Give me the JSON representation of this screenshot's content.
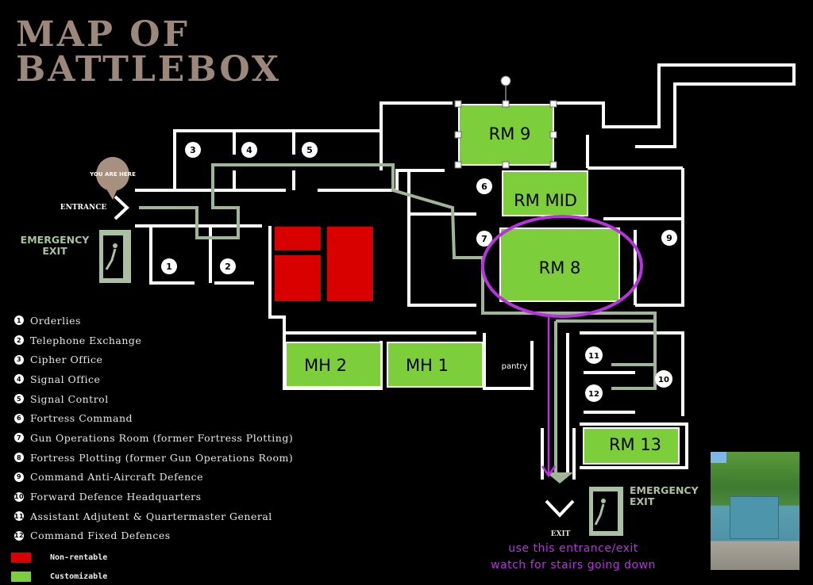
{
  "title": {
    "line1": "MAP OF",
    "line2": "BATTLEBOX"
  },
  "rooms": {
    "rm9": "RM 9",
    "rm_mid": "RM MID",
    "rm8": "RM 8",
    "mh2": "MH 2",
    "mh1": "MH 1",
    "rm13": "RM 13",
    "pantry": "pantry"
  },
  "markers": {
    "you_are_here": "YOU ARE HERE",
    "entrance": "ENTRANCE",
    "exit": "EXIT",
    "emergency_exit_line1": "EMERGENCY",
    "emergency_exit_line2": "EXIT"
  },
  "room_numbers": [
    "1",
    "2",
    "3",
    "4",
    "5",
    "6",
    "7",
    "9",
    "10",
    "11",
    "12"
  ],
  "legend": [
    {
      "num": "1",
      "label": "Orderlies"
    },
    {
      "num": "2",
      "label": "Telephone Exchange"
    },
    {
      "num": "3",
      "label": "Cipher Office"
    },
    {
      "num": "4",
      "label": "Signal Office"
    },
    {
      "num": "5",
      "label": "Signal Control"
    },
    {
      "num": "6",
      "label": "Fortress Command"
    },
    {
      "num": "7",
      "label": "Gun Operations Room (former Fortress Plotting)"
    },
    {
      "num": "8",
      "label": "Fortress Plotting (former Gun Operations Room)"
    },
    {
      "num": "9",
      "label": "Command Anti-Aircraft Defence"
    },
    {
      "num": "10",
      "label": "Forward Defence Headquarters"
    },
    {
      "num": "11",
      "label": "Assistant Adjutent & Quartermaster General"
    },
    {
      "num": "12",
      "label": "Command Fixed Defences"
    }
  ],
  "key": [
    {
      "label": "Non-rentable",
      "color": "#d90000"
    },
    {
      "label": "Customizable",
      "color": "#7ccf3a"
    }
  ],
  "note": {
    "line1": "use this entrance/exit",
    "line2": "watch for stairs going down"
  },
  "colors": {
    "green": "#7ccf3a",
    "red": "#d90000",
    "purple": "#b832e0",
    "path": "#9fb697",
    "title": "#9c887a"
  }
}
